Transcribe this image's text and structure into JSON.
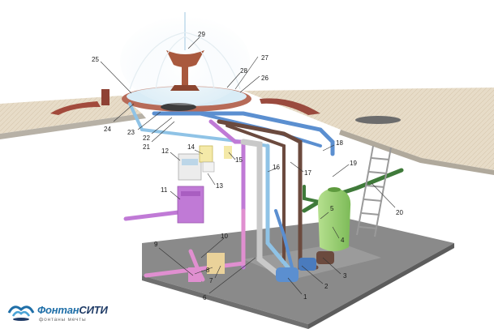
{
  "diagram": {
    "callouts": [
      {
        "id": "1",
        "label": "1"
      },
      {
        "id": "2",
        "label": "2"
      },
      {
        "id": "3",
        "label": "3"
      },
      {
        "id": "4",
        "label": "4"
      },
      {
        "id": "5",
        "label": "5"
      },
      {
        "id": "6",
        "label": "6"
      },
      {
        "id": "7",
        "label": "7"
      },
      {
        "id": "8",
        "label": "8"
      },
      {
        "id": "9",
        "label": "9"
      },
      {
        "id": "10",
        "label": "10"
      },
      {
        "id": "11",
        "label": "11"
      },
      {
        "id": "12",
        "label": "12"
      },
      {
        "id": "13",
        "label": "13"
      },
      {
        "id": "14",
        "label": "14"
      },
      {
        "id": "15",
        "label": "15"
      },
      {
        "id": "16",
        "label": "16"
      },
      {
        "id": "17",
        "label": "17"
      },
      {
        "id": "18",
        "label": "18"
      },
      {
        "id": "19",
        "label": "19"
      },
      {
        "id": "20",
        "label": "20"
      },
      {
        "id": "21",
        "label": "21"
      },
      {
        "id": "22",
        "label": "22"
      },
      {
        "id": "23",
        "label": "23"
      },
      {
        "id": "24",
        "label": "24"
      },
      {
        "id": "25",
        "label": "25"
      },
      {
        "id": "26",
        "label": "26"
      },
      {
        "id": "27",
        "label": "27"
      },
      {
        "id": "28",
        "label": "28"
      },
      {
        "id": "29",
        "label": "29"
      }
    ],
    "pipe_colors": {
      "light_blue": "#8fc3e6",
      "blue": "#5b8fd0",
      "purple": "#c07ad6",
      "pink": "#e08fd0",
      "brown": "#6b4a3e",
      "green": "#3f7a3a",
      "grey": "#c9c9c9"
    }
  },
  "logo": {
    "brand_first": "Фонтан",
    "brand_second": "СИТИ",
    "tagline": "фонтаны мечты"
  }
}
